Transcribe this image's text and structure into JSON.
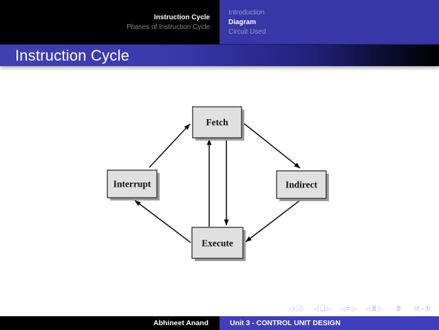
{
  "header": {
    "left": {
      "section_title": "Instruction Cycle",
      "section_subtitle": "Phases of Instruction Cycle"
    },
    "menu": {
      "items": [
        {
          "label": "Introduction",
          "active": false
        },
        {
          "label": "Diagram",
          "active": true
        },
        {
          "label": "Circuit Used",
          "active": false
        }
      ]
    }
  },
  "frametitle": "Instruction Cycle",
  "diagram": {
    "nodes": [
      {
        "id": "fetch",
        "label": "Fetch"
      },
      {
        "id": "indirect",
        "label": "Indirect"
      },
      {
        "id": "execute",
        "label": "Execute"
      },
      {
        "id": "interrupt",
        "label": "Interrupt"
      }
    ],
    "edges": [
      {
        "from": "interrupt",
        "to": "fetch"
      },
      {
        "from": "fetch",
        "to": "indirect"
      },
      {
        "from": "indirect",
        "to": "execute"
      },
      {
        "from": "execute",
        "to": "interrupt"
      },
      {
        "from": "execute",
        "to": "fetch"
      },
      {
        "from": "fetch",
        "to": "execute"
      }
    ]
  },
  "navigation": {
    "slide_group": "◁□▷",
    "frame_group": "◁❏▷",
    "subsection_group": "◁≡▷",
    "section_group": "◁≣▷",
    "doc_symbol": "≣",
    "back_find_forward_group": "↺⌕↻"
  },
  "footer": {
    "author": "Abhineet Anand",
    "unit_title": "Unit 3 - CONTROL UNIT DESIGN"
  },
  "colors": {
    "structure_blue": "#3737a8",
    "footer_blue": "#3f3fbe",
    "header_black": "#000000",
    "muted_on_blue": "#9797c2",
    "muted_on_black": "#858585",
    "box_fill": "#e0e0e0",
    "box_shadow": "#9a9a9a",
    "arrow_black": "#111111"
  }
}
